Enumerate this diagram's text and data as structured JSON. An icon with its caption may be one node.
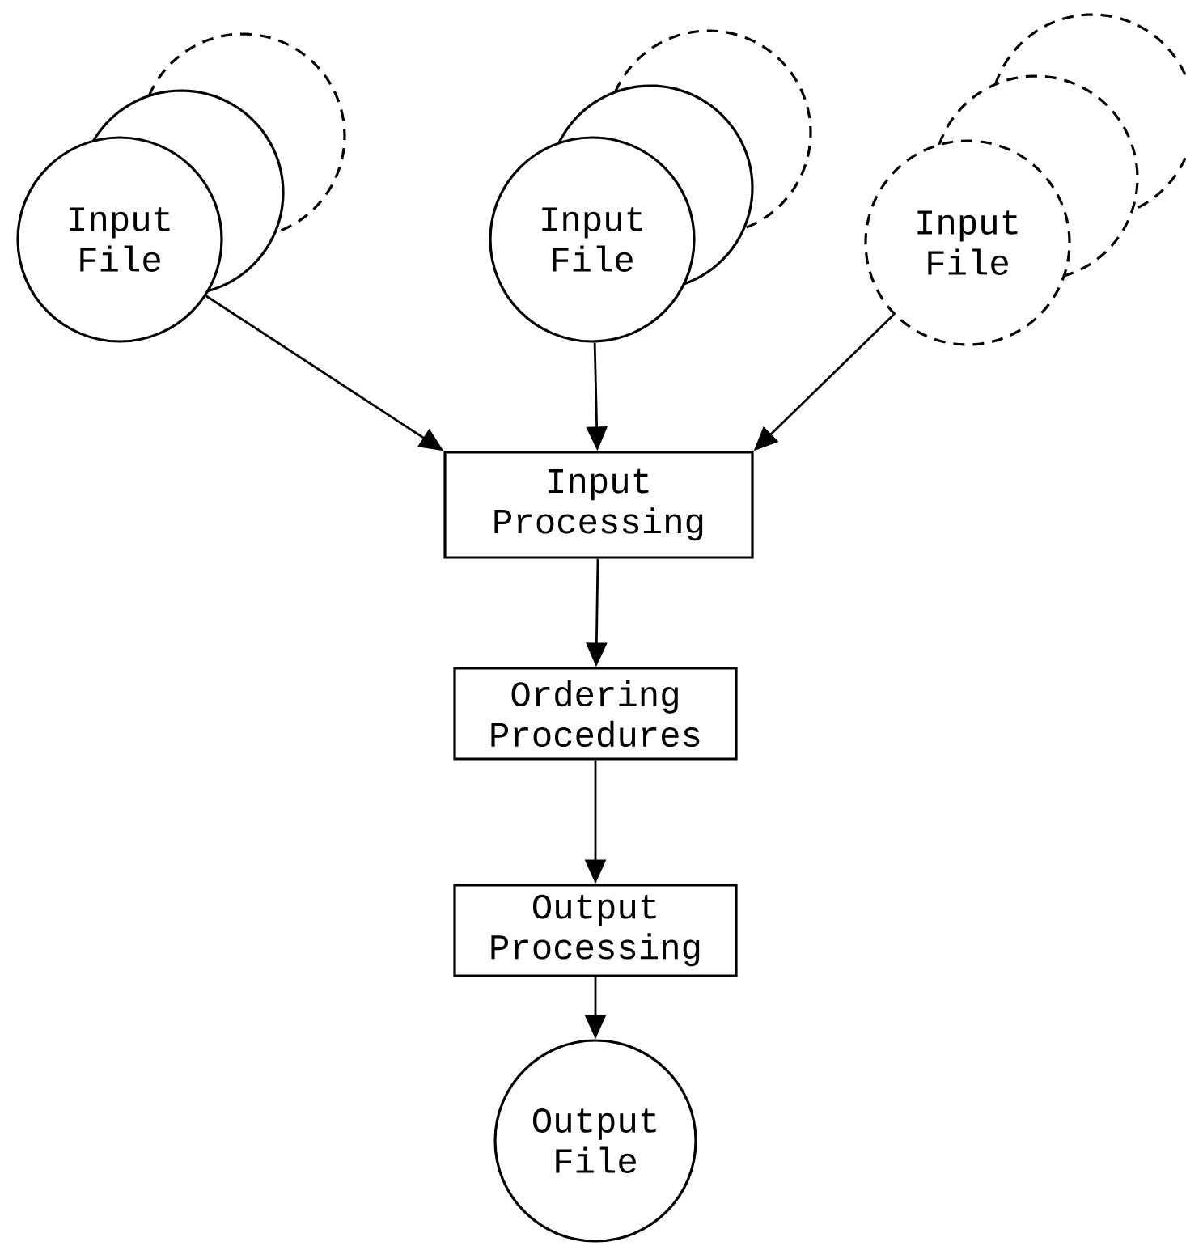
{
  "diagram": {
    "nodes": [
      {
        "text": [
          "Input File"
        ]
      },
      {
        "text": [
          "Input File"
        ]
      },
      {
        "text": [
          "Input File"
        ]
      },
      {
        "text": [
          "Input Processing"
        ]
      },
      {
        "text": [
          "Ordering Procedures"
        ]
      },
      {
        "text": [
          "Output Processing"
        ]
      },
      {
        "text": [
          "Output File"
        ]
      }
    ],
    "edges": [
      {
        "from": 0,
        "to": 3,
        "arrow": "to"
      },
      {
        "from": 1,
        "to": 3,
        "arrow": "to"
      },
      {
        "from": 2,
        "to": 3,
        "arrow": "to"
      },
      {
        "from": 3,
        "to": 4,
        "arrow": "to"
      },
      {
        "from": 4,
        "to": 5,
        "arrow": "to"
      },
      {
        "from": 5,
        "to": 6,
        "arrow": "to"
      }
    ]
  }
}
